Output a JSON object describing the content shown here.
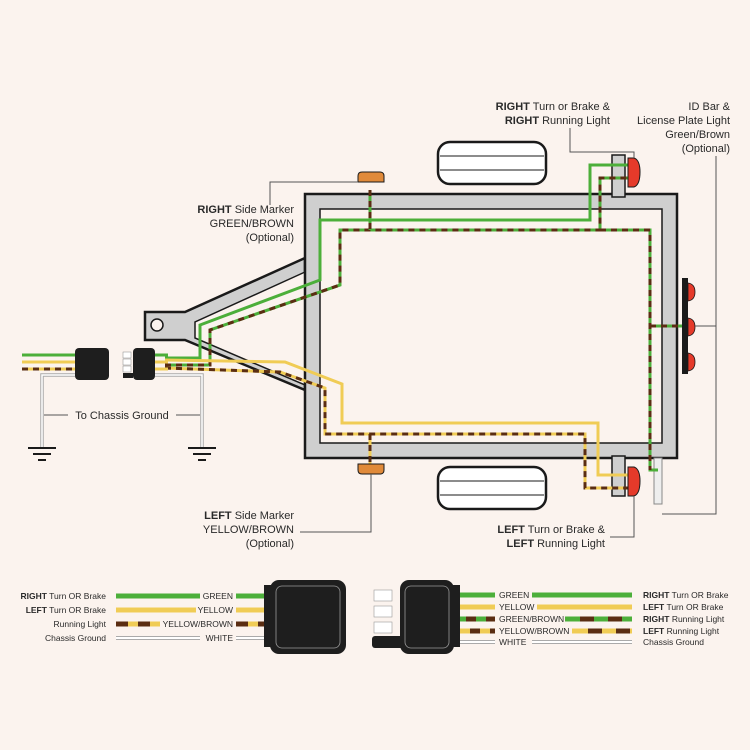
{
  "colors": {
    "background": "#fbf3ee",
    "frame": "#cfcfcf",
    "green": "#4caf3a",
    "yellow": "#f0cc55",
    "brown": "#5a2d12",
    "white_wire": "#ffffff",
    "marker_amber": "#e08a3a",
    "tail_red": "#e53a2a",
    "connector": "#1e1e1e"
  },
  "labels": {
    "right_tail": {
      "line1_bold": "RIGHT",
      "line1_rest": " Turn or Brake &",
      "line2_bold": "RIGHT",
      "line2_rest": " Running Light"
    },
    "id_bar": {
      "line1": "ID Bar &",
      "line2": "License Plate Light",
      "line3": "Green/Brown",
      "line4": "(Optional)"
    },
    "right_marker": {
      "line1_bold": "RIGHT",
      "line1_rest": " Side Marker",
      "line2": "GREEN/BROWN",
      "line3": "(Optional)"
    },
    "chassis_ground": "To Chassis Ground",
    "left_marker": {
      "line1_bold": "LEFT",
      "line1_rest": " Side Marker",
      "line2": "YELLOW/BROWN",
      "line3": "(Optional)"
    },
    "left_tail": {
      "line1_bold": "LEFT",
      "line1_rest": " Turn or Brake &",
      "line2_bold": "LEFT",
      "line2_rest": " Running Light"
    }
  },
  "legend_left": [
    {
      "bold": "RIGHT",
      "rest": " Turn OR Brake",
      "wire": "GREEN"
    },
    {
      "bold": "LEFT",
      "rest": " Turn OR Brake",
      "wire": "YELLOW"
    },
    {
      "bold": "",
      "rest": "Running Light",
      "wire": "YELLOW/BROWN"
    },
    {
      "bold": "",
      "rest": "Chassis Ground",
      "wire": "WHITE"
    }
  ],
  "legend_right": [
    {
      "wire": "GREEN",
      "bold": "RIGHT",
      "rest": " Turn OR Brake"
    },
    {
      "wire": "YELLOW",
      "bold": "LEFT",
      "rest": " Turn OR Brake"
    },
    {
      "wire": "GREEN/BROWN",
      "bold": "RIGHT",
      "rest": " Running Light"
    },
    {
      "wire": "YELLOW/BROWN",
      "bold": "LEFT",
      "rest": " Running Light"
    },
    {
      "wire": "WHITE",
      "bold": "",
      "rest": "Chassis Ground"
    }
  ]
}
